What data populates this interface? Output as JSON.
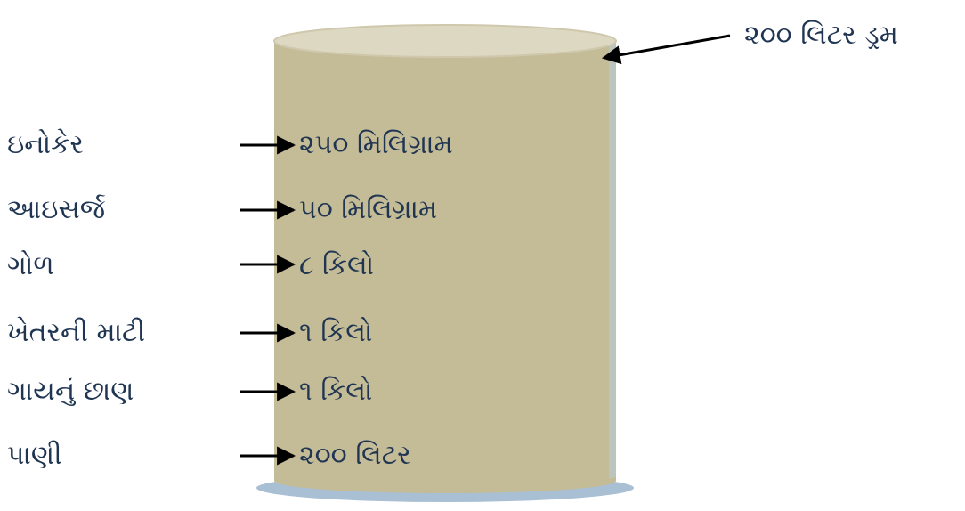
{
  "drum": {
    "label": "૨૦૦ લિટર ડ્રમ",
    "body_color": "#c4bb97",
    "top_color": "#ddd8c2",
    "shadow_color": "#a9bfd4",
    "arrow_color": "#000000",
    "text_color": "#1f3552"
  },
  "ingredients": [
    {
      "name": "ઇનોકેર",
      "quantity": "૨૫૦ મિલિગ્રામ"
    },
    {
      "name": "આઇસર્જ",
      "quantity": "૫૦ મિલિગ્રામ"
    },
    {
      "name": "ગોળ",
      "quantity": "૮ કિલો"
    },
    {
      "name": "ખેતરની માટી",
      "quantity": "૧ કિલો"
    },
    {
      "name": "ગાયનું છાણ",
      "quantity": "૧ કિલો"
    },
    {
      "name": "પાણી",
      "quantity": "૨૦૦ લિટર"
    }
  ]
}
